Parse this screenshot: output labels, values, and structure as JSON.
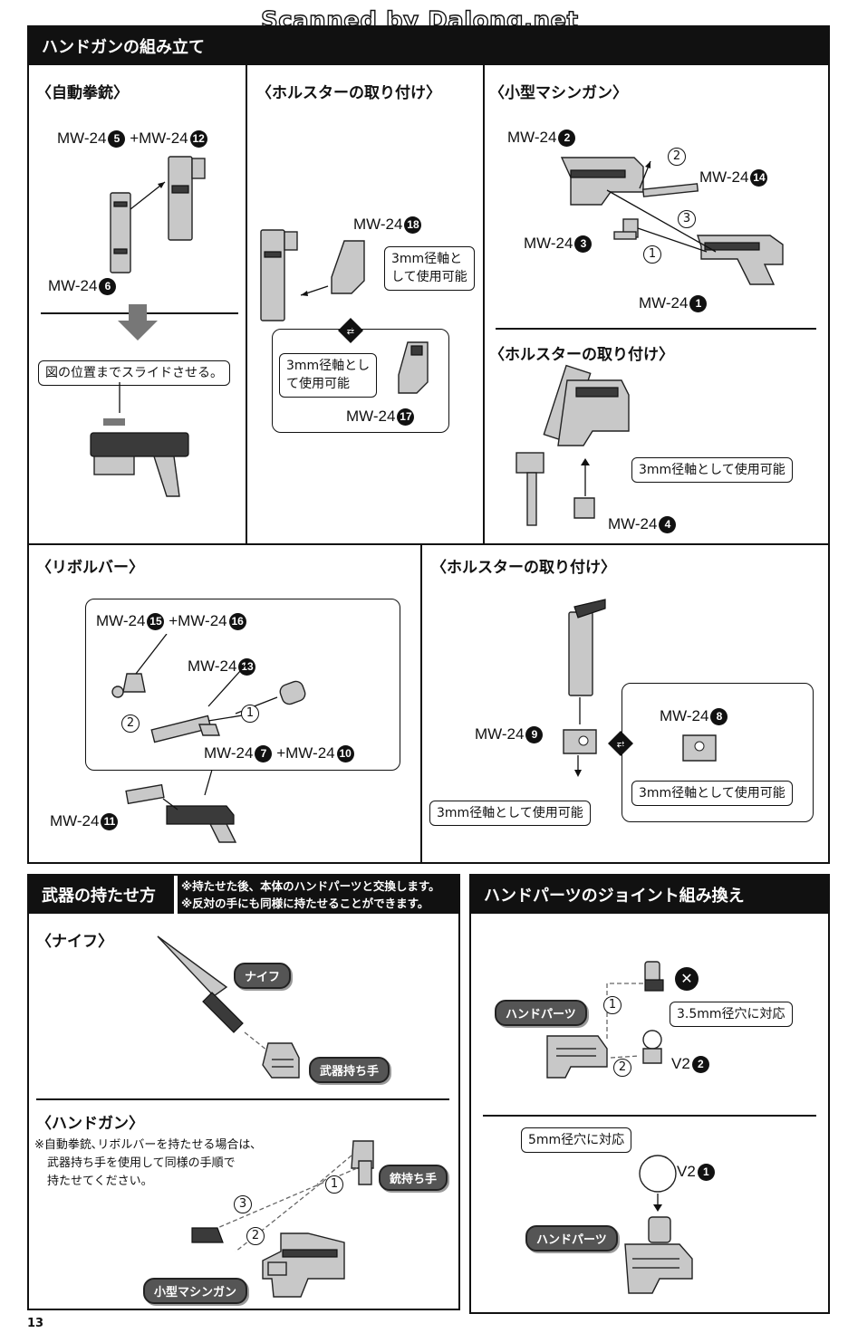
{
  "watermark": "Scanned by Dalong.net",
  "page_number": "13",
  "section_handgun": {
    "title": "ハンドガンの組み立て",
    "auto_pistol": {
      "title": "〈自動拳銃〉",
      "label_top_a": "MW-24",
      "num_top_a": "5",
      "label_top_b": "+MW-24",
      "num_top_b": "12",
      "label_bottom": "MW-24",
      "num_bottom": "6",
      "slide_note": "図の位置までスライドさせる。"
    },
    "holster1": {
      "title": "〈ホルスターの取り付け〉",
      "label_a": "MW-24",
      "num_a": "18",
      "callout_a": "3mm径軸と\nして使用可能",
      "callout_b": "3mm径軸とし\nて使用可能",
      "label_b": "MW-24",
      "num_b": "17"
    },
    "smg": {
      "title": "〈小型マシンガン〉",
      "label_a": "MW-24",
      "num_a": "2",
      "label_b": "MW-24",
      "num_b": "14",
      "label_c": "MW-24",
      "num_c": "3",
      "label_d": "MW-24",
      "num_d": "1",
      "step1": "1",
      "step2": "2",
      "step3": "3"
    },
    "holster2": {
      "title": "〈ホルスターの取り付け〉",
      "callout": "3mm径軸として使用可能",
      "label": "MW-24",
      "num": "4"
    },
    "revolver": {
      "title": "〈リボルバー〉",
      "label_a": "MW-24",
      "num_a": "15",
      "label_a2": "+MW-24",
      "num_a2": "16",
      "label_b": "MW-24",
      "num_b": "13",
      "label_c": "MW-24",
      "num_c": "7",
      "label_c2": "+MW-24",
      "num_c2": "10",
      "label_d": "MW-24",
      "num_d": "11",
      "step1": "1",
      "step2": "2"
    },
    "holster3": {
      "title": "〈ホルスターの取り付け〉",
      "label_a": "MW-24",
      "num_a": "9",
      "label_b": "MW-24",
      "num_b": "8",
      "callout_a": "3mm径軸として使用可能",
      "callout_b": "3mm径軸として使用可能"
    }
  },
  "section_weapons": {
    "title": "武器の持たせ方",
    "note1": "※持たせた後、本体のハンドパーツと交換します。",
    "note2": "※反対の手にも同様に持たせることができます。",
    "knife": {
      "title": "〈ナイフ〉",
      "pill_knife": "ナイフ",
      "pill_hand": "武器持ち手"
    },
    "handgun": {
      "title": "〈ハンドガン〉",
      "note_line1": "※自動拳銃､リボルバーを持たせる場合は､",
      "note_line2": "武器持ち手を使用して同様の手順で",
      "note_line3": "持たせてください。",
      "pill_gun_hand": "銃持ち手",
      "pill_smg": "小型マシンガン",
      "step1": "1",
      "step2": "2",
      "step3": "3"
    }
  },
  "section_hand_joint": {
    "title": "ハンドパーツのジョイント組み換え",
    "pill_hand_a": "ハンドパーツ",
    "callout_35": "3.5mm径穴に対応",
    "label_v2_2": "V2",
    "num_v2_2": "2",
    "pill_hand_b": "ハンドパーツ",
    "callout_5": "5mm径穴に対応",
    "label_v2_1": "V2",
    "num_v2_1": "1",
    "step1": "1",
    "step2": "2",
    "cross": "✕"
  }
}
